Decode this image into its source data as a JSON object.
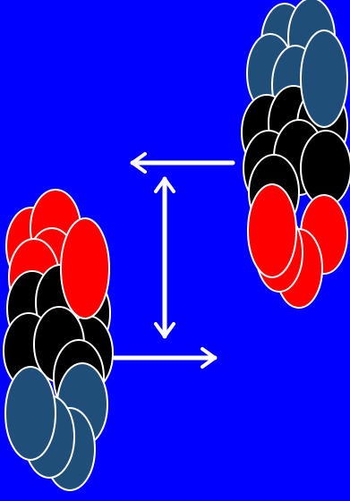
{
  "colors": {
    "background": "#0000ff",
    "outline": "#ffffff",
    "red_ellipse": "#ff0000",
    "black_ellipse": "#000000",
    "slate_ellipse": "#1f4e79",
    "arrow": "#ffffff"
  },
  "diagram": {
    "clusters": [
      {
        "name": "left-cluster",
        "layer_order_top_to_bottom": [
          "red",
          "black",
          "slate"
        ]
      },
      {
        "name": "right-cluster",
        "layer_order_top_to_bottom": [
          "slate",
          "black",
          "red"
        ]
      }
    ],
    "arrows": [
      {
        "name": "arrow-upper-left",
        "direction": "left"
      },
      {
        "name": "arrow-lower-right",
        "direction": "right"
      },
      {
        "name": "arrow-vertical-double",
        "direction": "up-down"
      }
    ]
  }
}
